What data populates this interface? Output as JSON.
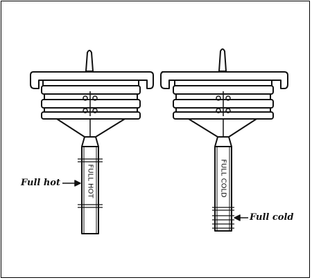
{
  "figure": {
    "left_unit": {
      "tube_text": "FULL HOT",
      "callout_label": "Full hot"
    },
    "right_unit": {
      "tube_text": "FULL COLD",
      "callout_label": "Full cold"
    }
  },
  "colors": {
    "ink": "#111111",
    "paper": "#ffffff"
  }
}
